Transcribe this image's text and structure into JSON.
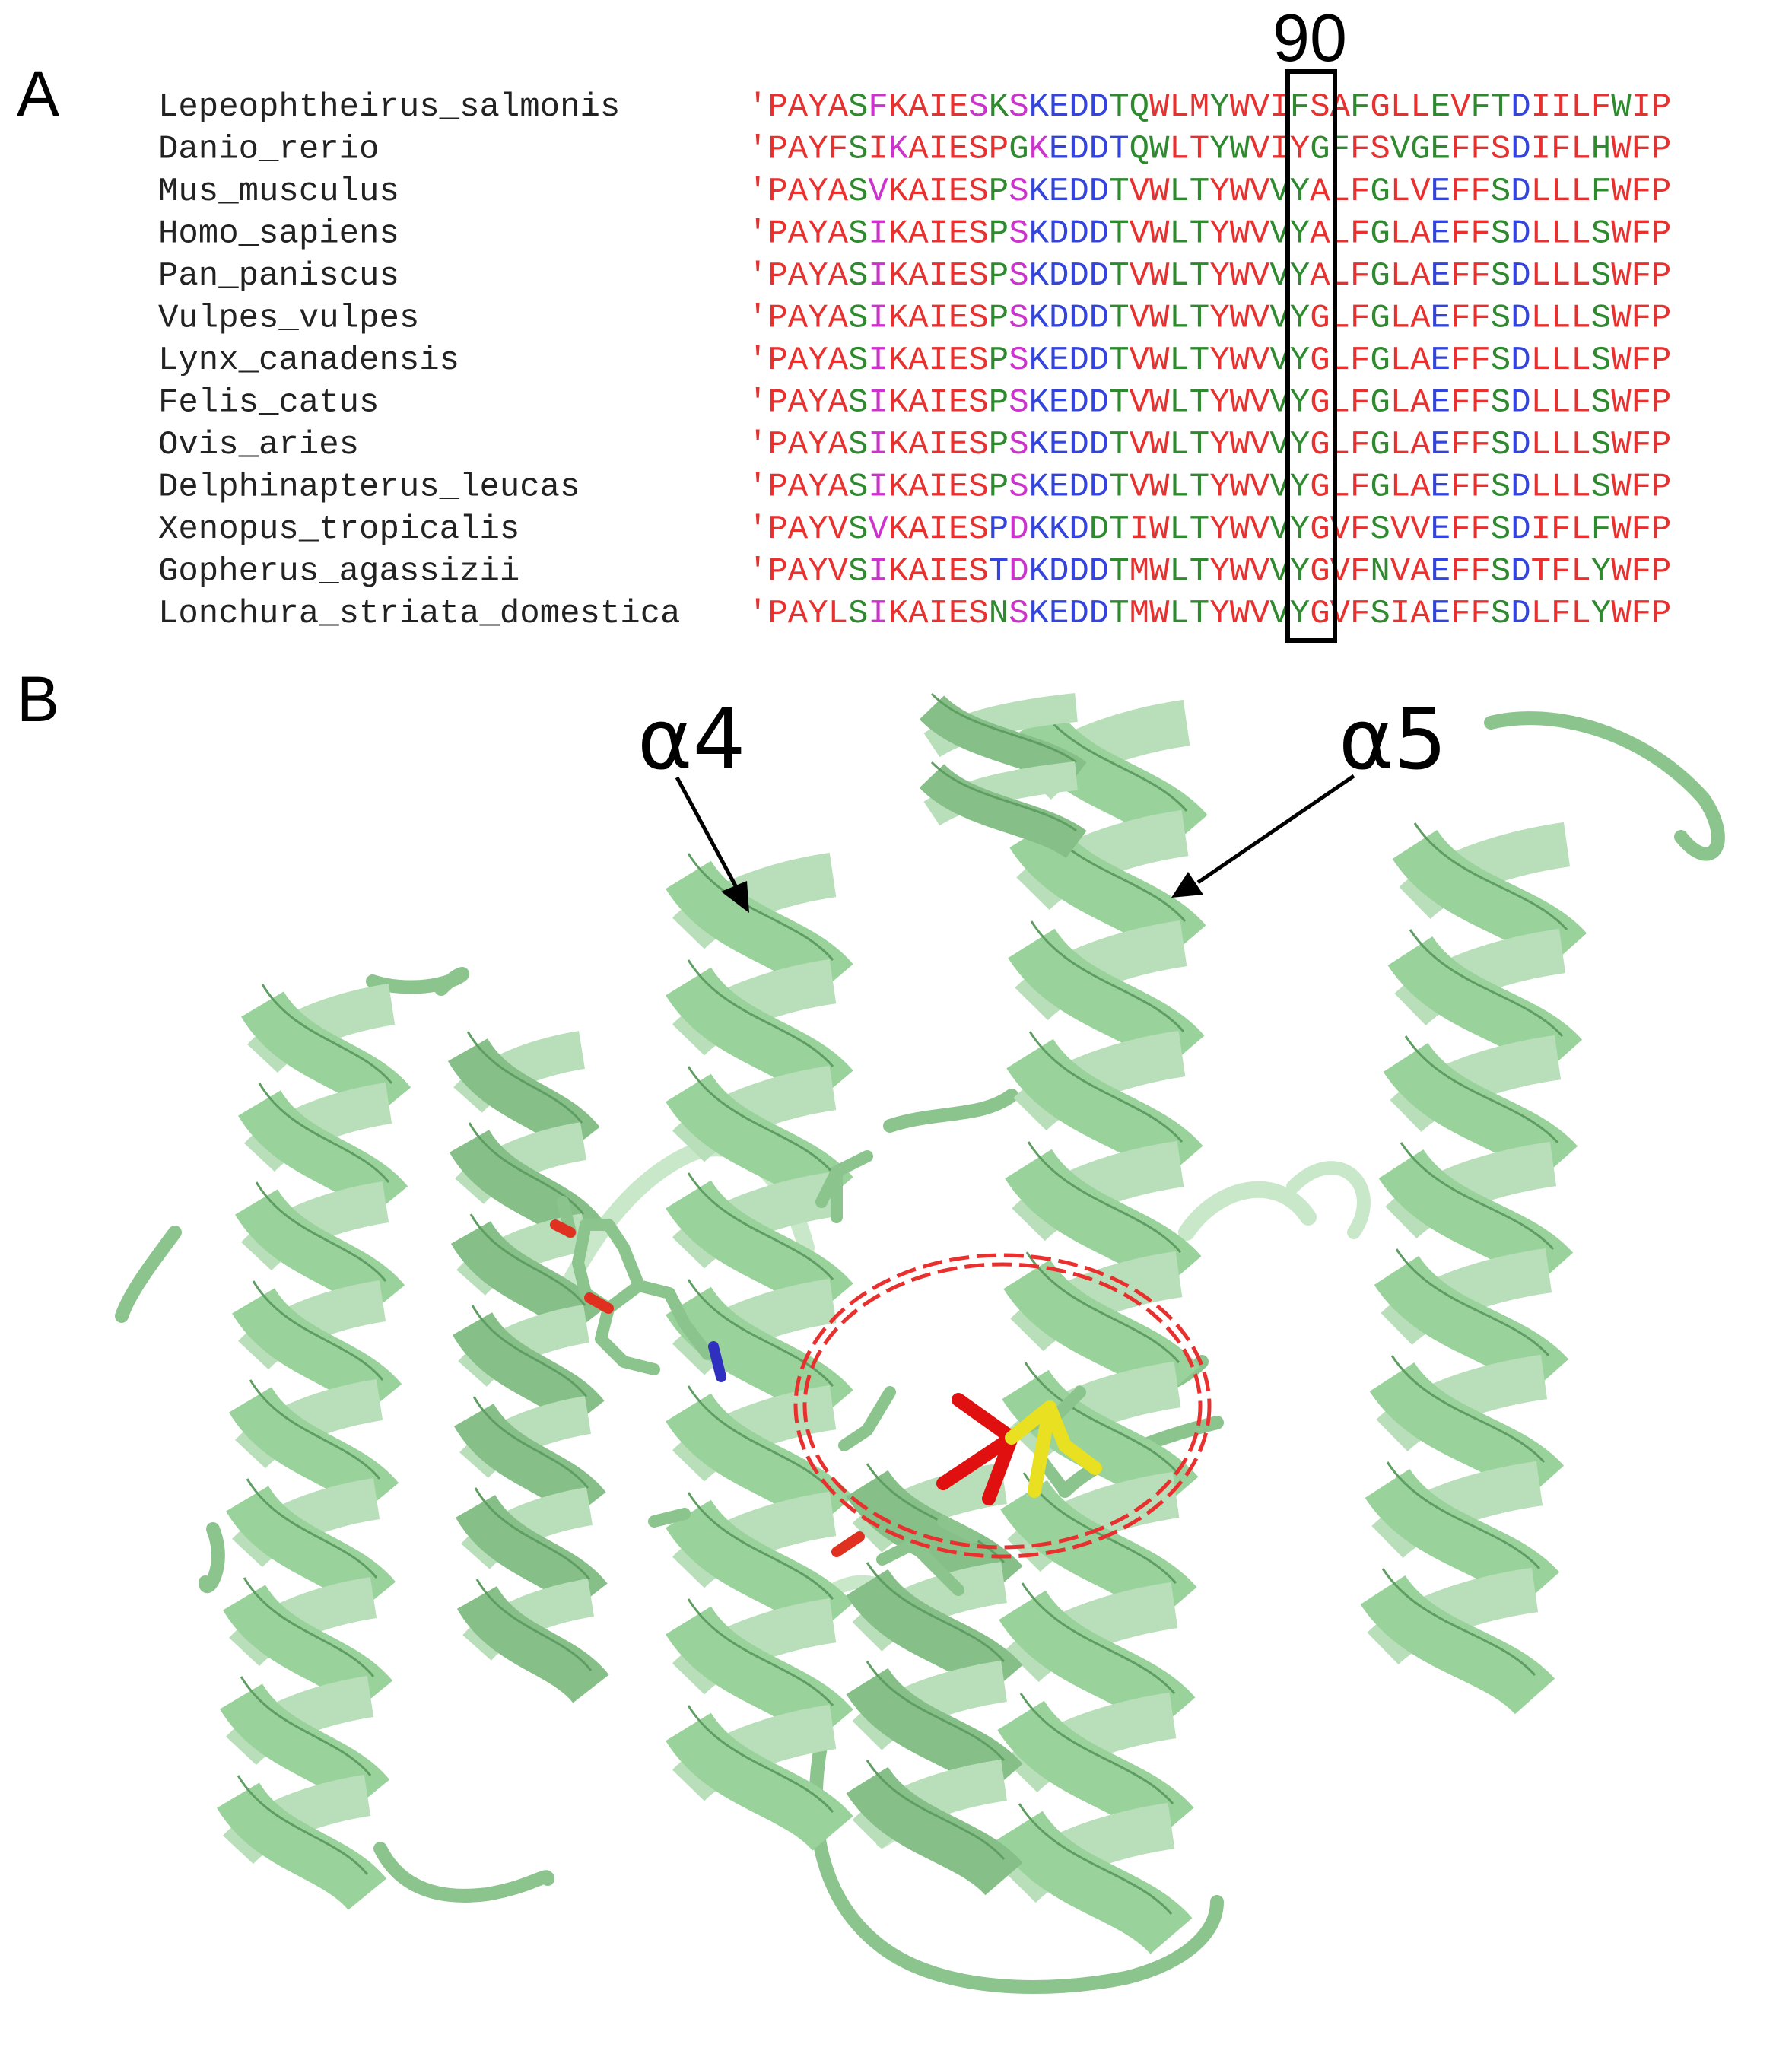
{
  "panel_a": {
    "label": "A",
    "position_label": "90",
    "colors": {
      "r": "#e8312f",
      "g": "#2f8a2f",
      "b": "#3344dd",
      "m": "#cc33cc"
    },
    "rows": [
      {
        "species": "Lepeophtheirus_salmonis",
        "seq": "'PAYASFKAIESKSKEDDTQWLMYWVIFSAFGLLEVFTDIILFWIP",
        "colors": "rrrrrgmrrrrmgmbbbbggrrrgrrrgrrgrrrgrggbrrrrgrr"
      },
      {
        "species": "Danio_rerio",
        "seq": "'PAYFSIKAIESPGKEDDTQWLTYWVIYGFFSVGEFFSDIFLHWFP",
        "colors": "rrrrrgrmrrrrrgmbbbbggrrggrrrggrrgggrrrbrrrgrrr"
      },
      {
        "species": "Mus_musculus",
        "seq": "'PAYASVKAIESPSKEDDTVWLTYWVVYALFGLVEFFSDLLLFWFP",
        "colors": "rrrrrgmrrrrrgmbbbbgrrggrrrggrrrgrrbrrgbrrrgrrr"
      },
      {
        "species": "Homo_sapiens",
        "seq": "'PAYASIKAIESPSKDDDTVWLTYWVVYALFGLAEFFSDLLLSWFP",
        "colors": "rrrrrgmrrrrrgmbbbbgrrggrrrggrrrgrrbrrgbrrrgrrr"
      },
      {
        "species": "Pan_paniscus",
        "seq": "'PAYASIKAIESPSKDDDTVWLTYWVVYALFGLAEFFSDLLLSWFP",
        "colors": "rrrrrgmrrrrrgmbbbbgrrggrrrggrrrgrrbrrgbrrrgrrr"
      },
      {
        "species": "Vulpes_vulpes",
        "seq": "'PAYASIKAIESPSKDDDTVWLTYWVVYGLFGLAEFFSDLLLSWFP",
        "colors": "rrrrrgmrrrrrgmbbbbgrrggrrrggrrrgrrbrrgbrrrgrrr"
      },
      {
        "species": "Lynx_canadensis",
        "seq": "'PAYASIKAIESPSKEDDTVWLTYWVVYGLFGLAEFFSDLLLSWFP",
        "colors": "rrrrrgmrrrrrgmbbbbgrrggrrrggrrrgrrbrrgbrrrgrrr"
      },
      {
        "species": "Felis_catus",
        "seq": "'PAYASIKAIESPSKEDDTVWLTYWVVYGLFGLAEFFSDLLLSWFP",
        "colors": "rrrrrgmrrrrrgmbbbbgrrggrrrggrrrgrrbrrgbrrrgrrr"
      },
      {
        "species": "Ovis_aries",
        "seq": "'PAYASIKAIESPSKEDDTVWLTYWVVYGLFGLAEFFSDLLLSWFP",
        "colors": "rrrrrgmrrrrrgmbbbbgrrggrrrggrrrgrrbrrgbrrrgrrr"
      },
      {
        "species": "Delphinapterus_leucas",
        "seq": "'PAYASIKAIESPSKEDDTVWLTYWVVYGLFGLAEFFSDLLLSWFP",
        "colors": "rrrrrgmrrrrrgmbbbbgrrggrrrggrrrgrrbrrgbrrrgrrr"
      },
      {
        "species": "Xenopus_tropicalis",
        "seq": "'PAYVSVKAIESPDKKDDTIWLTYWVVYGVFSVVEFFSDIFLFWFP",
        "colors": "rrrrrgmrrrrrbmbbbggrrggrrrggrrrgrrbrrgbrrrgrrr"
      },
      {
        "species": "Gopherus_agassizii",
        "seq": "'PAYVSIKAIESTDKDDDTMWLTYWVVYGVFNVAEFFSDTFLYWFP",
        "colors": "rrrrrgmrrrrrbmbbbbgrrggrrrggrrrgrrbrrgbrrrgrrr"
      },
      {
        "species": "Lonchura_striata_domestica",
        "seq": "'PAYLSIKAIESNSKEDDTMWLTYWVVYGVFSIAEFFSDLFLYWFP",
        "colors": "rrrrrgmrrrrrgmbbbbgrrggrrrggrrrgrrbrrgbrrrgrrr"
      }
    ]
  },
  "panel_b": {
    "label": "B",
    "helix_labels": [
      "α4",
      "α5"
    ],
    "colors": {
      "ribbon": "#9fd4a0",
      "ribbon_dark": "#6fae72",
      "ribbon_light": "#c9e8c9",
      "highlight_circle": "#e8312f",
      "ligand_red": "#e01010",
      "ligand_yellow": "#e8e020",
      "nitrogen": "#3030c0",
      "oxygen": "#e03020"
    }
  }
}
